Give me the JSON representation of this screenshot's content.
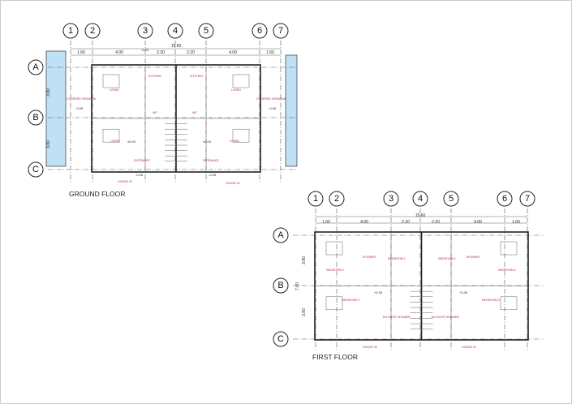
{
  "ground_floor": {
    "title": "GROUND FLOOR",
    "grid_columns": [
      "1",
      "2",
      "3",
      "4",
      "5",
      "6",
      "7"
    ],
    "grid_rows": [
      "A",
      "B",
      "C"
    ],
    "overall_dimension": "15.60",
    "bay_dimensions": [
      "1.60",
      "4.00",
      "2.20",
      "2.20",
      "4.00",
      "1.60"
    ],
    "row_dimensions": [
      "3.80",
      "3.80"
    ],
    "rooms": [
      "KITCHEN",
      "KITCHEN",
      "LIVING",
      "LIVING",
      "COVERED VERANDA",
      "COVERED VERANDA",
      "WC",
      "WC",
      "LIVING",
      "LIVING",
      "ENTRANCE",
      "ENTRANCE"
    ],
    "levels": [
      "-0.20",
      "-0.05",
      "-0.05",
      "±0.00",
      "±0.00",
      "-0.05",
      "-0.05"
    ],
    "houses": [
      "HOUSE 00",
      "HOUSE 01"
    ]
  },
  "first_floor": {
    "title": "FIRST FLOOR",
    "grid_columns": [
      "1",
      "2",
      "3",
      "4",
      "5",
      "6",
      "7"
    ],
    "grid_rows": [
      "A",
      "B",
      "C"
    ],
    "overall_dimension": "15.60",
    "bay_dimensions": [
      "1.60",
      "4.00",
      "2.20",
      "2.20",
      "4.00",
      "1.60"
    ],
    "row_dimensions": [
      "3.80",
      "3.80"
    ],
    "total_depth": "7.60",
    "rooms": [
      "BEDROOM 2",
      "SHOWER",
      "BEDROOM 1",
      "BEDROOM 1",
      "SHOWER",
      "BEDROOM 2",
      "BEDROOM 3",
      "EN-SUITE SHOWER",
      "EN-SUITE SHOWER",
      "BEDROOM 3"
    ],
    "levels": [
      "+3.30",
      "+3.30"
    ],
    "houses": [
      "HOUSE 00",
      "HOUSE 01"
    ]
  },
  "colors": {
    "pool": "#bfe0f7",
    "room_label": "#b0275a"
  }
}
